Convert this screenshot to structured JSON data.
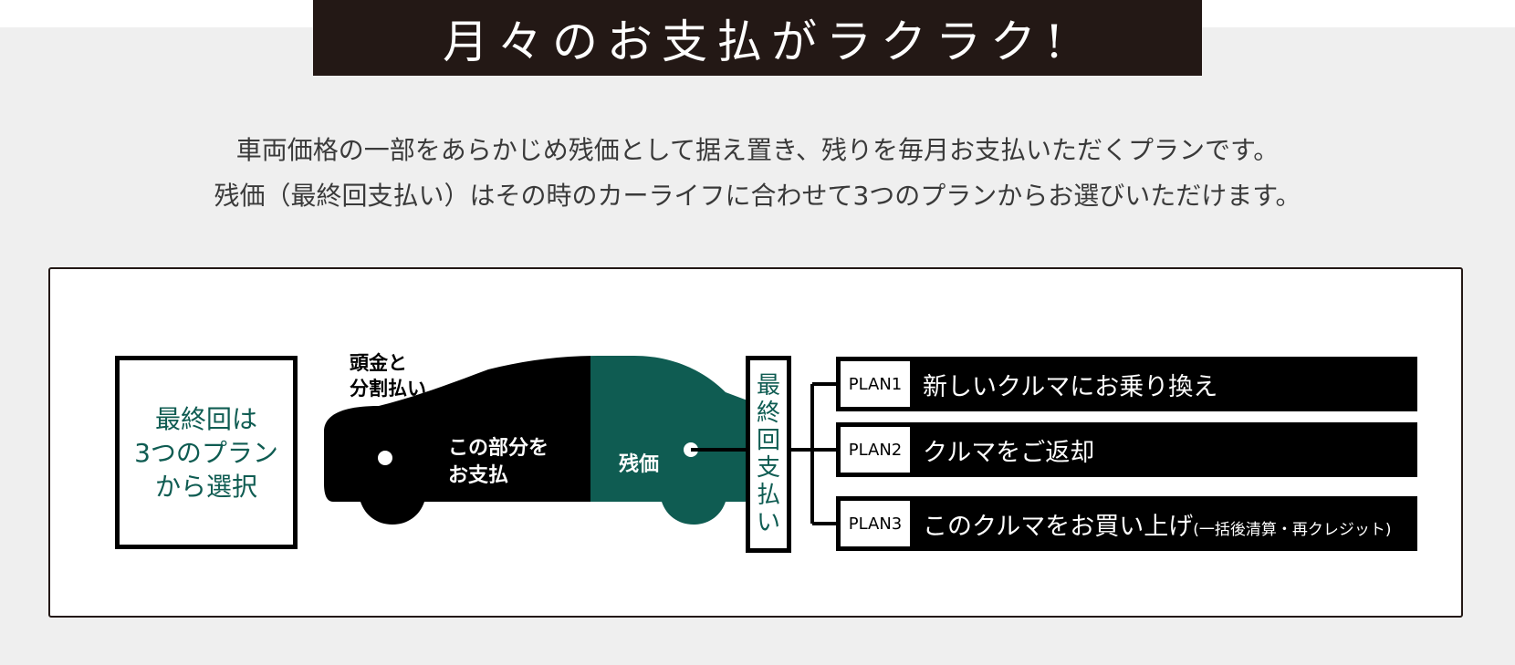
{
  "title": "月々のお支払がラクラク!",
  "intro": {
    "line1": "車両価格の一部をあらかじめ残価として据え置き、残りを毎月お支払いただくプランです。",
    "line2": "残価（最終回支払い）はその時のカーライフに合わせて3つのプランからお選びいただけます。"
  },
  "diagram": {
    "left_box": [
      "最終回は",
      "3つのプラン",
      "から選択"
    ],
    "down_payment_label": [
      "頭金と",
      "分割払い"
    ],
    "car_black_label": [
      "この部分を",
      "お支払"
    ],
    "car_green_label": "残価",
    "final_payment_vertical": [
      "最",
      "終",
      "回",
      "支",
      "払",
      "い"
    ],
    "plans": [
      {
        "tag": "PLAN1",
        "text": "新しいクルマにお乗り換え",
        "note": ""
      },
      {
        "tag": "PLAN2",
        "text": "クルマをご返却",
        "note": ""
      },
      {
        "tag": "PLAN3",
        "text": "このクルマをお買い上げ",
        "note": "(一括後清算・再クレジット)"
      }
    ]
  },
  "colors": {
    "accent_green": "#0f5c52",
    "banner": "#231815",
    "background": "#efefef"
  }
}
